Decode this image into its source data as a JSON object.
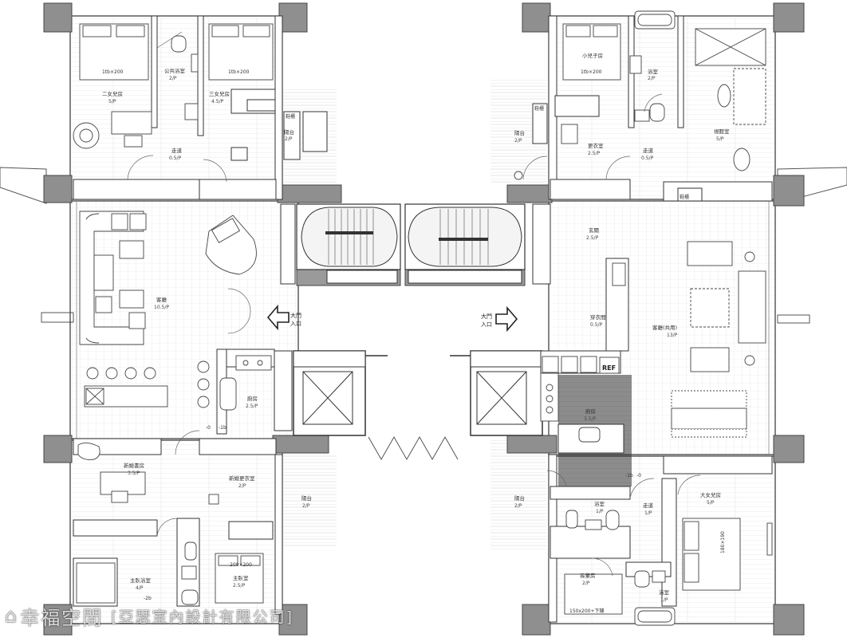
{
  "plan": {
    "entrance_left": {
      "name": "大門",
      "sub": "入口"
    },
    "entrance_right": {
      "name": "大門",
      "sub": "入口"
    },
    "rooms": [
      {
        "id": "second-daughter",
        "name": "二女兒房",
        "size": "5/P"
      },
      {
        "id": "public-bath",
        "name": "公共浴室",
        "size": "2/P"
      },
      {
        "id": "third-daughter",
        "name": "三女兒房",
        "size": "4.5/P"
      },
      {
        "id": "corridor-nw",
        "name": "走道",
        "size": "0.5/P"
      },
      {
        "id": "balcony-nw",
        "name": "陽台",
        "size": "2/P"
      },
      {
        "id": "living-west",
        "name": "客廳",
        "size": "10.5/P"
      },
      {
        "id": "kitchen-west",
        "name": "廚房",
        "size": "2.5/P"
      },
      {
        "id": "master-study",
        "name": "新婚書房",
        "size": "3.5/P"
      },
      {
        "id": "master-closet",
        "name": "新婚更衣室",
        "size": "2/P"
      },
      {
        "id": "balcony-sw",
        "name": "陽台",
        "size": "2/P"
      },
      {
        "id": "master-bath",
        "name": "主臥浴室",
        "size": "4/P"
      },
      {
        "id": "master-bed",
        "name": "主臥室",
        "size": "2.5/P"
      },
      {
        "id": "son-room",
        "name": "小兒子房",
        "size": ""
      },
      {
        "id": "bath-ne",
        "name": "浴室",
        "size": "2/P"
      },
      {
        "id": "balcony-ne",
        "name": "陽台",
        "size": "2/P"
      },
      {
        "id": "dress-ne",
        "name": "更衣室",
        "size": "2.5/P"
      },
      {
        "id": "corridor-ne",
        "name": "走道",
        "size": "0.5/P"
      },
      {
        "id": "parents-room",
        "name": "視聽室",
        "size": "5/P"
      },
      {
        "id": "foyer-east",
        "name": "玄關",
        "size": "2.5/P"
      },
      {
        "id": "cloak-east",
        "name": "穿衣間",
        "size": "0.5/P"
      },
      {
        "id": "living-east",
        "name": "客廳(共用)",
        "size": "13/P"
      },
      {
        "id": "kitchen-east",
        "name": "廚房",
        "size": "3.5/P"
      },
      {
        "id": "balcony-se",
        "name": "陽台",
        "size": "2/P"
      },
      {
        "id": "bath-se",
        "name": "浴室",
        "size": "1/P"
      },
      {
        "id": "corridor-se",
        "name": "走道",
        "size": "1/P"
      },
      {
        "id": "eldest-daughter",
        "name": "大女兒房",
        "size": "5/P"
      },
      {
        "id": "elder-room",
        "name": "長輩房",
        "size": "2/P"
      },
      {
        "id": "bath-se2",
        "name": "浴室",
        "size": "1/P"
      }
    ],
    "tags": {
      "bed_nw1": "1tb×200",
      "bed_nw2": "1tb×200",
      "bed_ne": "1tb×200",
      "bed_sw": "200×200",
      "bed_se": "180×190",
      "bed_elder": "150x200+下鋪",
      "shoe_w": "鞋櫃",
      "shoe_ne": "鞋櫃",
      "shoe_e": "鞋櫃",
      "ref": "REF",
      "level_w": "-2b",
      "level_w2": "-1b",
      "level_w3": "-0",
      "level_e": "-1b",
      "level_e2": "-0"
    }
  },
  "watermark": {
    "brand": "幸福空間",
    "company": "[亞瑟室內設計有限公司]"
  }
}
